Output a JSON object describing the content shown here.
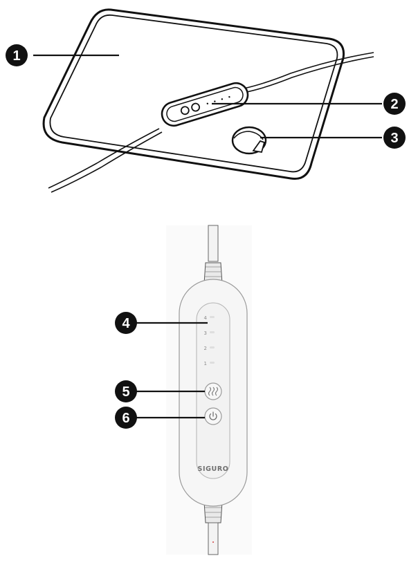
{
  "callouts": [
    "1",
    "2",
    "3",
    "4",
    "5",
    "6"
  ],
  "controller": {
    "levels": [
      "4",
      "3",
      "2",
      "1"
    ],
    "brand": "SIGURO"
  },
  "icons": {
    "heat_button": "heat-waves-icon",
    "power_button": "power-icon"
  }
}
